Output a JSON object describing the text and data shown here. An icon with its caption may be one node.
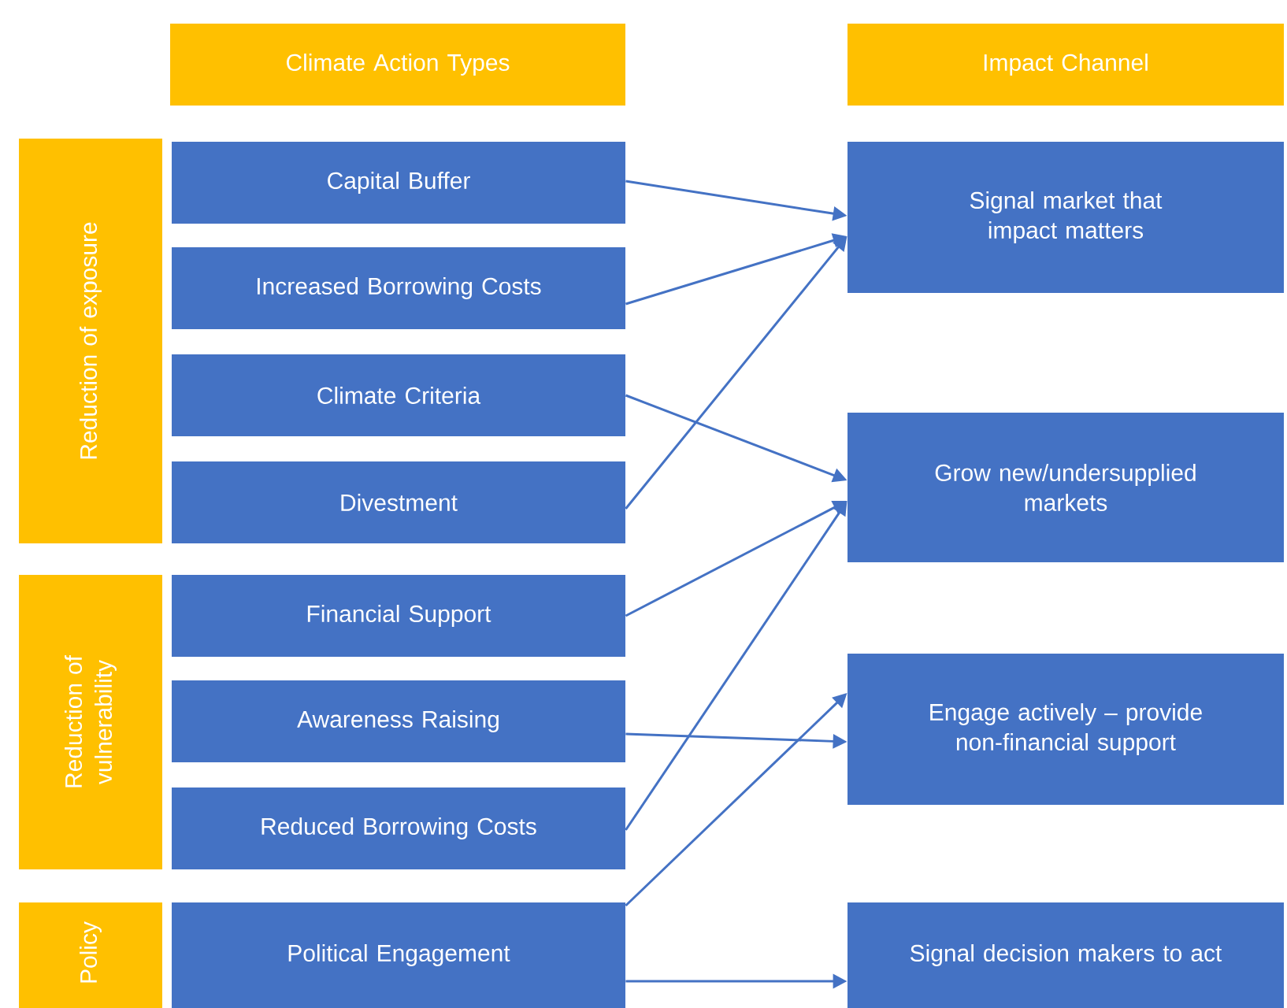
{
  "diagram": {
    "nodes": [
      {
        "text": [
          "Climate Action Types"
        ]
      },
      {
        "text": [
          "Impact Channel"
        ]
      },
      {
        "text": [
          "Reduction of exposure"
        ]
      },
      {
        "text": [
          "Capital Buffer"
        ]
      },
      {
        "text": [
          "Increased Borrowing Costs"
        ]
      },
      {
        "text": [
          "Climate Criteria"
        ]
      },
      {
        "text": [
          "Divestment"
        ]
      },
      {
        "text": [
          "Reduction of vulnerability"
        ]
      },
      {
        "text": [
          "Financial Support"
        ]
      },
      {
        "text": [
          "Awareness Raising"
        ]
      },
      {
        "text": [
          "Reduced Borrowing Costs"
        ]
      },
      {
        "text": [
          "Policy"
        ]
      },
      {
        "text": [
          "Political Engagement"
        ]
      },
      {
        "text": [
          "Signal market that impact matters"
        ]
      },
      {
        "text": [
          "Grow new/undersupplied markets"
        ]
      },
      {
        "text": [
          "Engage actively – provide non-financial support"
        ]
      },
      {
        "text": [
          "Signal decision makers to act"
        ]
      }
    ],
    "edges": [
      {
        "from": 3,
        "to": 13,
        "arrow": "to"
      },
      {
        "from": 4,
        "to": 13,
        "arrow": "to"
      },
      {
        "from": 5,
        "to": 14,
        "arrow": "to"
      },
      {
        "from": 6,
        "to": 13,
        "arrow": "to"
      },
      {
        "from": 8,
        "to": 14,
        "arrow": "to"
      },
      {
        "from": 9,
        "to": 15,
        "arrow": "to"
      },
      {
        "from": 10,
        "to": 14,
        "arrow": "to"
      },
      {
        "from": 12,
        "to": 15,
        "arrow": "to"
      },
      {
        "from": 12,
        "to": 16,
        "arrow": "to"
      }
    ]
  }
}
